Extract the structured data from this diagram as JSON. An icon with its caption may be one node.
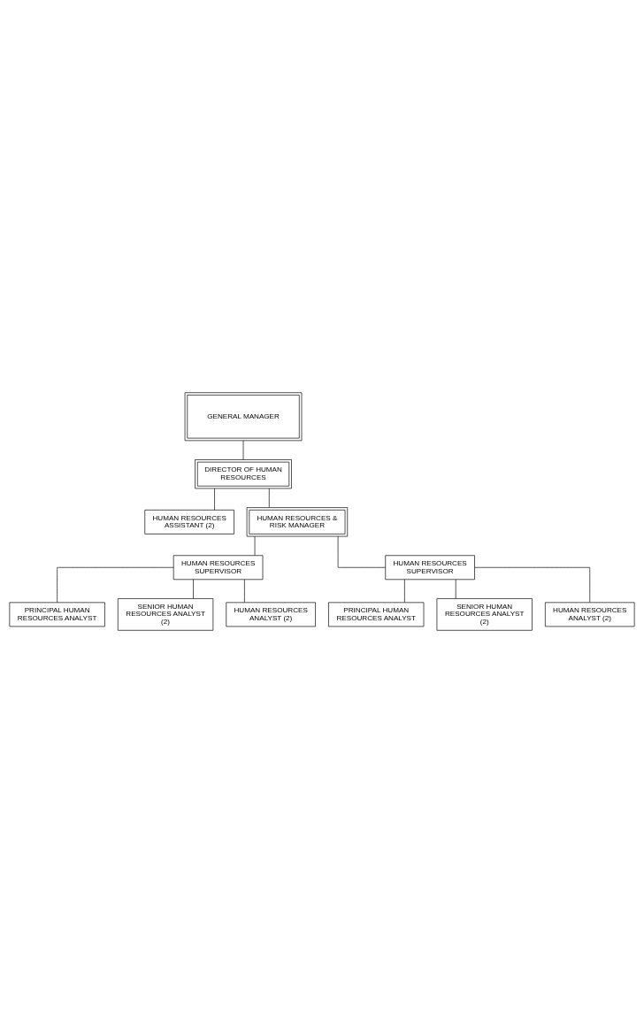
{
  "diagram": {
    "nodes": [
      {
        "text": [
          "GENERAL MANAGER"
        ]
      },
      {
        "text": [
          "DIRECTOR OF HUMAN RESOURCES"
        ]
      },
      {
        "text": [
          "HUMAN RESOURCES ASSISTANT (2)"
        ]
      },
      {
        "text": [
          "HUMAN RESOURCES & RISK MANAGER"
        ]
      },
      {
        "text": [
          "HUMAN RESOURCES SUPERVISOR"
        ]
      },
      {
        "text": [
          "HUMAN RESOURCES SUPERVISOR"
        ]
      },
      {
        "text": [
          "PRINCIPAL HUMAN RESOURCES ANALYST"
        ]
      },
      {
        "text": [
          "SENIOR HUMAN RESOURCES ANALYST (2)"
        ]
      },
      {
        "text": [
          "HUMAN RESOURCES ANALYST (2)"
        ]
      },
      {
        "text": [
          "PRINCIPAL HUMAN RESOURCES ANALYST"
        ]
      },
      {
        "text": [
          "SENIOR HUMAN RESOURCES ANALYST (2)"
        ]
      },
      {
        "text": [
          "HUMAN RESOURCES ANALYST (2)"
        ]
      }
    ],
    "edges": [
      {
        "from": 0,
        "to": 1,
        "arrow": "none"
      },
      {
        "from": 1,
        "to": 2,
        "arrow": "none"
      },
      {
        "from": 1,
        "to": 3,
        "arrow": "none"
      },
      {
        "from": 3,
        "to": 4,
        "arrow": "none"
      },
      {
        "from": 3,
        "to": 5,
        "arrow": "none"
      },
      {
        "from": 4,
        "to": 6,
        "arrow": "none"
      },
      {
        "from": 4,
        "to": 7,
        "arrow": "none"
      },
      {
        "from": 4,
        "to": 8,
        "arrow": "none"
      },
      {
        "from": 5,
        "to": 9,
        "arrow": "none"
      },
      {
        "from": 5,
        "to": 10,
        "arrow": "none"
      },
      {
        "from": 5,
        "to": 11,
        "arrow": "none"
      }
    ]
  }
}
